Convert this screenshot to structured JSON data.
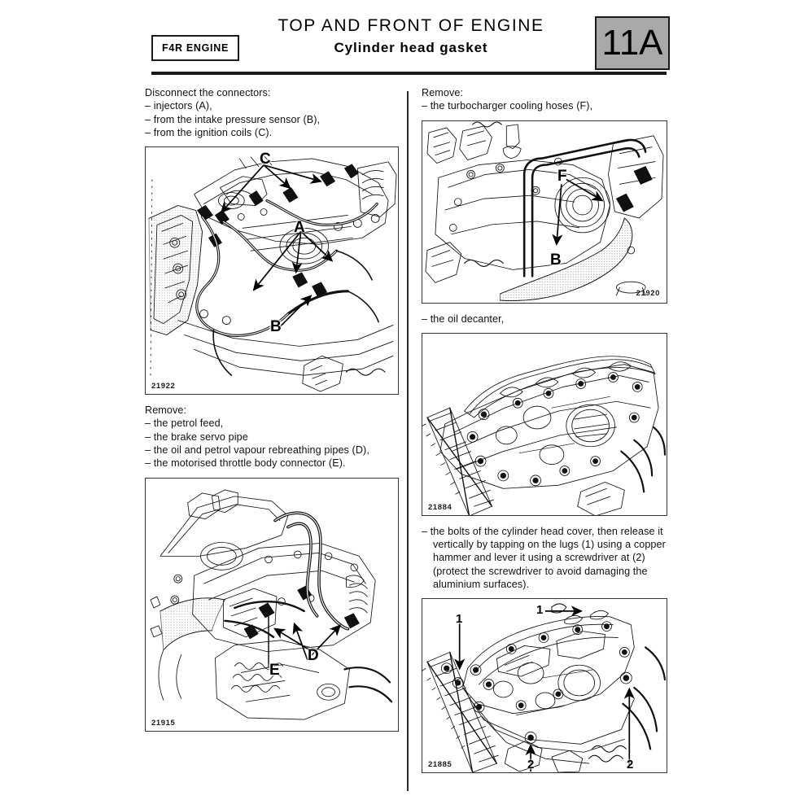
{
  "header": {
    "engine_box_label": "F4R ENGINE",
    "title_main": "TOP AND FRONT OF ENGINE",
    "title_sub": "Cylinder head gasket",
    "section_badge": "11A"
  },
  "left_column": {
    "block1": {
      "lead": "Disconnect the connectors:",
      "items": [
        "–  injectors (A),",
        "–  from the intake pressure sensor (B),",
        "–  from the ignition coils (C)."
      ]
    },
    "figure1": {
      "id": "21922",
      "callouts": [
        "A",
        "B",
        "C"
      ],
      "caption_ref": "engine top view with injector, sensor and coil connectors"
    },
    "block2": {
      "lead": "Remove:",
      "items": [
        "–  the petrol feed,",
        "–  the brake servo pipe",
        "–  the oil and petrol vapour rebreathing pipes (D),",
        "–  the motorised throttle body connector (E)."
      ]
    },
    "figure2": {
      "id": "21915",
      "callouts": [
        "D",
        "E"
      ],
      "caption_ref": "engine view with rebreathing pipes and throttle body connector"
    }
  },
  "right_column": {
    "block1": {
      "lead": "Remove:",
      "items": [
        "–  the turbocharger cooling hoses (F),"
      ]
    },
    "figure3": {
      "id": "21920",
      "callouts": [
        "F"
      ],
      "caption_ref": "turbocharger cooling hoses"
    },
    "block2": {
      "items": [
        "–  the oil decanter,"
      ]
    },
    "figure4": {
      "id": "21884",
      "callouts": [],
      "caption_ref": "cylinder head cover and timing belt area"
    },
    "block3": {
      "lines": [
        "–  the bolts of the cylinder head cover, then release it",
        "vertically by tapping on the lugs (1) using a copper",
        "hammer and lever it using a screwdriver at (2)",
        "(protect the screwdriver to avoid damaging the",
        "aluminium surfaces)."
      ]
    },
    "figure5": {
      "id": "21885",
      "callouts": [
        "1",
        "1",
        "2",
        "2"
      ],
      "caption_ref": "cylinder head cover lugs and screwdriver points"
    }
  },
  "colors": {
    "badge_background": "#a9a9a9",
    "line": "#1a1a1a",
    "text": "#111111",
    "figure_border": "#333333"
  }
}
